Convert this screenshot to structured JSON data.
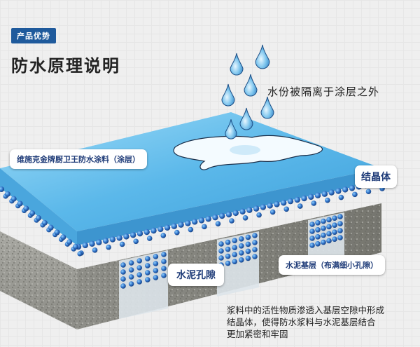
{
  "header": {
    "tag": "产品优势",
    "title": "防水原理说明"
  },
  "labels": {
    "water_separated": "水份被隔离于涂层之外",
    "coating": "维施克金牌厨卫王防水涂料（涂层）",
    "crystal": "结晶体",
    "cement_pores": "水泥孔隙",
    "cement_base": "水泥基层（布满细小孔隙）"
  },
  "caption": {
    "lines": [
      "浆料中的活性物质渗透入基层空隙中形成",
      "结晶体，使得防水浆料与水泥基层结合",
      "更加紧密和牢固"
    ]
  },
  "colors": {
    "coating_blue": "#6ec6f2",
    "crystal_blue": "#2a6bc2",
    "label_text": "#1e3b78",
    "tag_bg": "#1f5a9c"
  }
}
